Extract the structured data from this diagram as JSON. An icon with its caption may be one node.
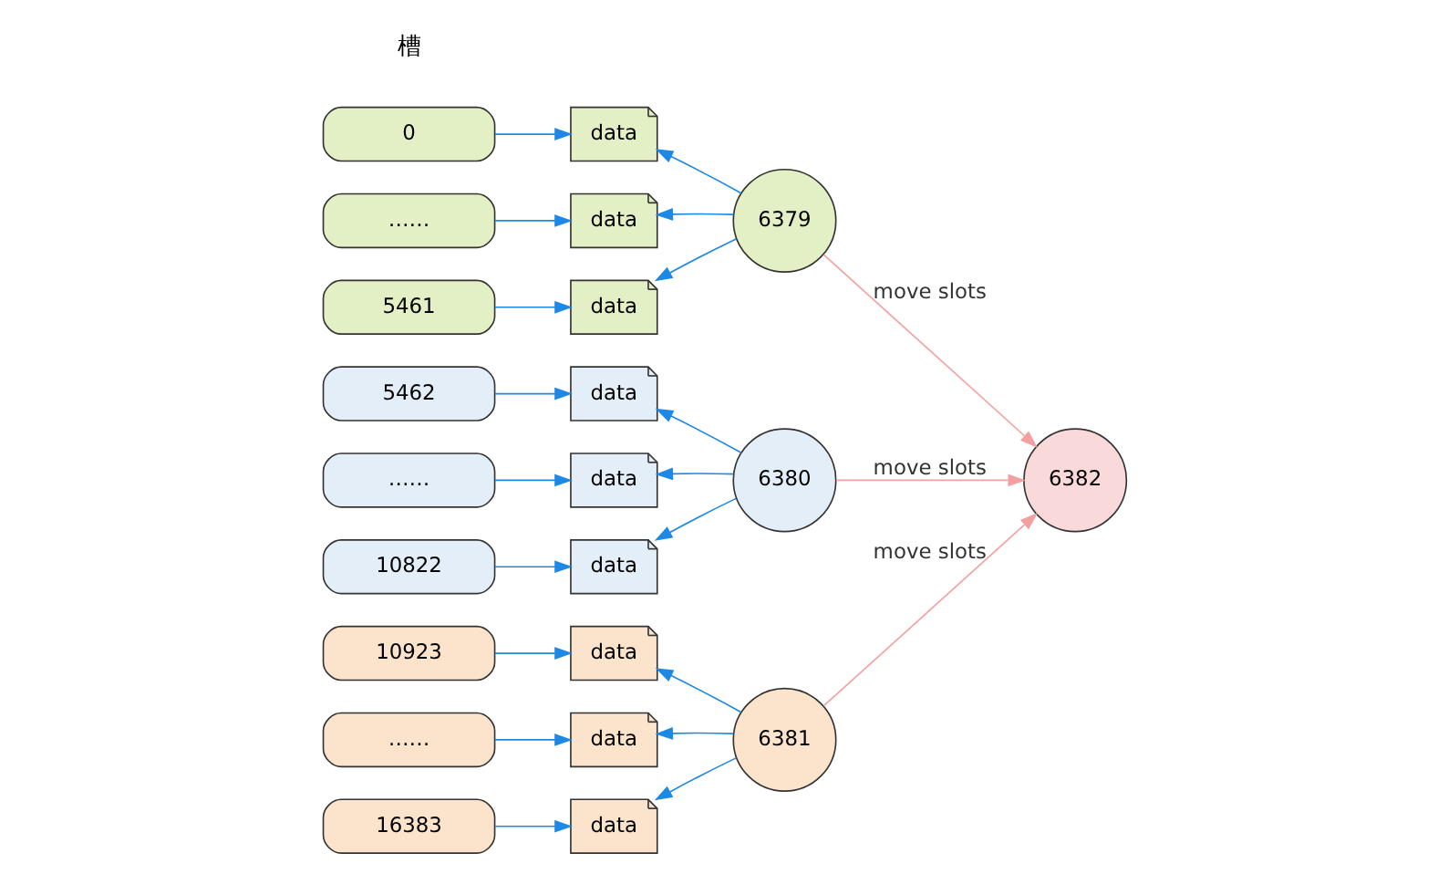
{
  "diagram": {
    "nodes": [
      {
        "text": [
          "0"
        ]
      },
      {
        "text": [
          "……"
        ]
      },
      {
        "text": [
          "5461"
        ]
      },
      {
        "text": [
          "5462"
        ]
      },
      {
        "text": [
          "……"
        ]
      },
      {
        "text": [
          "10822"
        ]
      },
      {
        "text": [
          "10923"
        ]
      },
      {
        "text": [
          "……"
        ]
      },
      {
        "text": [
          "16383"
        ]
      },
      {
        "text": [
          "data"
        ]
      },
      {
        "text": [
          "data"
        ]
      },
      {
        "text": [
          "data"
        ]
      },
      {
        "text": [
          "data"
        ]
      },
      {
        "text": [
          "data"
        ]
      },
      {
        "text": [
          "data"
        ]
      },
      {
        "text": [
          "data"
        ]
      },
      {
        "text": [
          "data"
        ]
      },
      {
        "text": [
          "data"
        ]
      },
      {
        "text": [
          "6379"
        ]
      },
      {
        "text": [
          "6380"
        ]
      },
      {
        "text": [
          "6381"
        ]
      },
      {
        "text": [
          "6382"
        ]
      }
    ],
    "edges": [
      {
        "from": 0,
        "to": 9,
        "arrow": "to"
      },
      {
        "from": 1,
        "to": 10,
        "arrow": "to"
      },
      {
        "from": 2,
        "to": 11,
        "arrow": "to"
      },
      {
        "from": 3,
        "to": 12,
        "arrow": "to"
      },
      {
        "from": 4,
        "to": 13,
        "arrow": "to"
      },
      {
        "from": 5,
        "to": 14,
        "arrow": "to"
      },
      {
        "from": 6,
        "to": 15,
        "arrow": "to"
      },
      {
        "from": 7,
        "to": 16,
        "arrow": "to"
      },
      {
        "from": 8,
        "to": 17,
        "arrow": "to"
      },
      {
        "from": 18,
        "to": 9,
        "arrow": "to"
      },
      {
        "from": 18,
        "to": 10,
        "arrow": "to"
      },
      {
        "from": 18,
        "to": 11,
        "arrow": "to"
      },
      {
        "from": 19,
        "to": 12,
        "arrow": "to"
      },
      {
        "from": 19,
        "to": 13,
        "arrow": "to"
      },
      {
        "from": 19,
        "to": 14,
        "arrow": "to"
      },
      {
        "from": 20,
        "to": 15,
        "arrow": "to"
      },
      {
        "from": 20,
        "to": 16,
        "arrow": "to"
      },
      {
        "from": 20,
        "to": 17,
        "arrow": "to"
      },
      {
        "from": 18,
        "to": 21,
        "arrow": "to",
        "label": "move slots",
        "color": "#f4a0a0"
      },
      {
        "from": 19,
        "to": 21,
        "arrow": "to",
        "label": "move slots",
        "color": "#f4a0a0"
      },
      {
        "from": 20,
        "to": 21,
        "arrow": "to",
        "label": "move slots",
        "color": "#f4a0a0"
      }
    ],
    "labels": [
      "槽"
    ]
  }
}
